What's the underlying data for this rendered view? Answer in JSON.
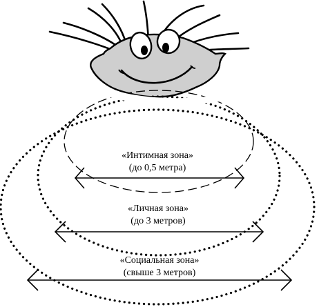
{
  "zones": [
    {
      "name": "«Интимная зона»",
      "distance": "(до 0,5 метра)"
    },
    {
      "name": "«Личная зона»",
      "distance": "(до 3 метров)"
    },
    {
      "name": "«Социальная зона»",
      "distance": "(свыше 3 метров)"
    }
  ],
  "colors": {
    "ink": "#000000",
    "head": "#cfcfcf",
    "background": "#ffffff"
  }
}
